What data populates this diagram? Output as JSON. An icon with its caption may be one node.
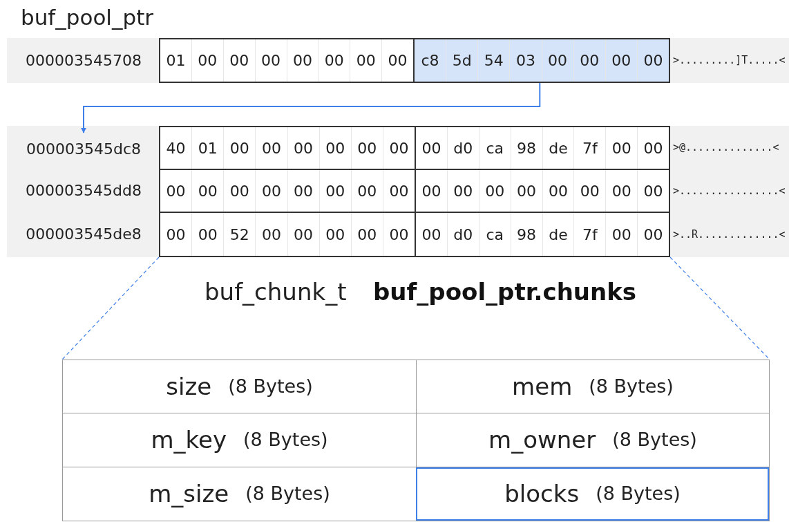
{
  "diagram": {
    "title": "buf_pool_ptr",
    "nodes": [
      {
        "text": [
          "01",
          "00",
          "00",
          "00",
          "00",
          "00",
          "00",
          "00"
        ]
      },
      {
        "text": [
          "c8",
          "5d",
          "54",
          "03",
          "00",
          "00",
          "00",
          "00"
        ]
      },
      {
        "text": [
          "000003545dc8"
        ]
      },
      {
        "text": [],
        "shape": "box"
      },
      {
        "text": [
          "40",
          "01",
          "00",
          "00",
          "00",
          "00",
          "00",
          "00"
        ],
        "in": 3
      },
      {
        "text": [
          "00",
          "d0",
          "ca",
          "98",
          "de",
          "7f",
          "00",
          "00"
        ],
        "in": 3
      },
      {
        "text": [
          "00",
          "00",
          "00",
          "00",
          "00",
          "00",
          "00",
          "00"
        ],
        "in": 3
      },
      {
        "text": [
          "00",
          "00",
          "00",
          "00",
          "00",
          "00",
          "00",
          "00"
        ],
        "in": 3
      },
      {
        "text": [
          "00",
          "00",
          "52",
          "00",
          "00",
          "00",
          "00",
          "00"
        ],
        "in": 3
      },
      {
        "text": [
          "00",
          "d0",
          "ca",
          "98",
          "de",
          "7f",
          "00",
          "00"
        ],
        "in": 3
      },
      {
        "text": [],
        "shape": "box"
      },
      {
        "text": [
          "size",
          "(8 Bytes)"
        ],
        "in": 10
      },
      {
        "text": [
          "mem",
          "(8 Bytes)"
        ],
        "in": 10
      },
      {
        "text": [
          "m_key",
          "(8 Bytes)"
        ],
        "in": 10
      },
      {
        "text": [
          "m_owner",
          "(8 Bytes)"
        ],
        "in": 10
      },
      {
        "text": [
          "m_size",
          "(8 Bytes)"
        ],
        "in": 10
      },
      {
        "text": [
          "blocks",
          "(8 Bytes)"
        ],
        "in": 10
      }
    ],
    "edges": [
      {
        "from": 1,
        "to": 2,
        "arrow": "to"
      },
      {
        "from": 3,
        "to": 10,
        "arrow": "none",
        "style": "dashed"
      },
      {
        "from": 3,
        "to": 10,
        "arrow": "none",
        "style": "dashed"
      }
    ],
    "labels": [
      "000003545708",
      ">.........]T.....<",
      ">@..............<",
      "000003545dd8",
      ">................<",
      "000003545de8",
      ">..R.............<",
      "buf_chunk_t",
      "buf_pool_ptr.chunks"
    ]
  }
}
